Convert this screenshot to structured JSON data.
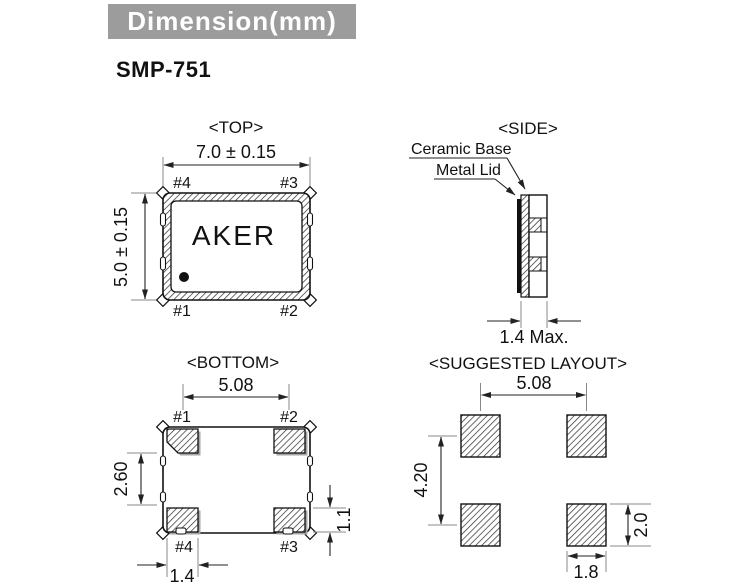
{
  "banner": {
    "title": "Dimension(mm)"
  },
  "model": "SMP-751",
  "top_view": {
    "title": "<TOP>",
    "width_dim": "7.0 ± 0.15",
    "height_dim": "5.0 ± 0.15",
    "brand": "AKER",
    "pin_top_left": "#4",
    "pin_top_right": "#3",
    "pin_bottom_left": "#1",
    "pin_bottom_right": "#2"
  },
  "side_view": {
    "title": "<SIDE>",
    "ceramic_label": "Ceramic Base",
    "lid_label": "Metal Lid",
    "thickness_dim": "1.4 Max."
  },
  "bottom_view": {
    "title": "<BOTTOM>",
    "pad_pitch_dim": "5.08",
    "pad_gap_dim": "2.60",
    "pad_width_dim": "1.4",
    "pad_height_dim": "1.1",
    "pin_top_left": "#1",
    "pin_top_right": "#2",
    "pin_bottom_left": "#4",
    "pin_bottom_right": "#3"
  },
  "layout_view": {
    "title": "<SUGGESTED LAYOUT>",
    "pad_pitch_x_dim": "5.08",
    "pad_pitch_y_dim": "4.20",
    "pad_width_dim": "1.8",
    "pad_height_dim": "2.0"
  },
  "colors": {
    "banner_bg": "#9c9c9c",
    "line": "#111111",
    "dim_line": "#888888"
  }
}
